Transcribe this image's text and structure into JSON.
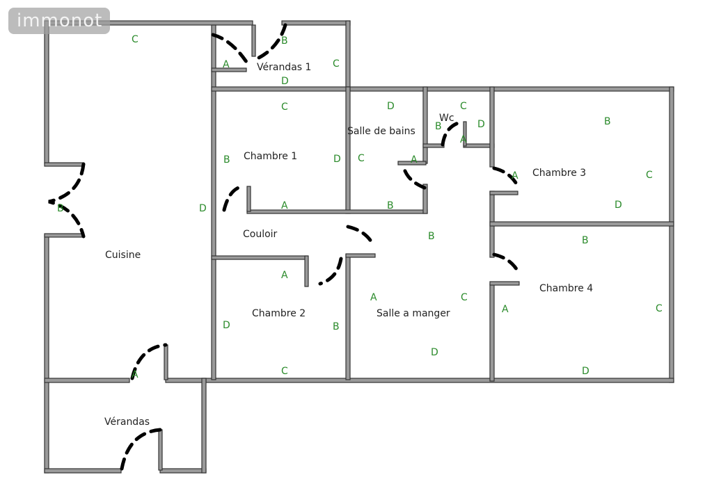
{
  "watermark": {
    "text": "immonot"
  },
  "rooms": [
    {
      "name": "Cuisine",
      "sides": [
        "C",
        "B",
        "D"
      ]
    },
    {
      "name": "Vérandas 1",
      "sides": [
        "A",
        "B",
        "C",
        "D"
      ]
    },
    {
      "name": "Chambre 1",
      "sides": [
        "C",
        "B",
        "D",
        "A"
      ]
    },
    {
      "name": "Salle de bains",
      "sides": [
        "D",
        "C",
        "A",
        "B"
      ]
    },
    {
      "name": "Wc",
      "sides": [
        "C",
        "B",
        "D",
        "A"
      ]
    },
    {
      "name": "Chambre 3",
      "sides": [
        "B",
        "A",
        "C",
        "D"
      ]
    },
    {
      "name": "Couloir",
      "sides": []
    },
    {
      "name": "Chambre 2",
      "sides": [
        "A",
        "D",
        "B",
        "C"
      ]
    },
    {
      "name": "Salle a manger",
      "sides": [
        "B",
        "A",
        "C",
        "D"
      ]
    },
    {
      "name": "Chambre 4",
      "sides": [
        "B",
        "A",
        "C",
        "D"
      ]
    },
    {
      "name": "Vérandas",
      "sides": [
        "A"
      ]
    }
  ]
}
